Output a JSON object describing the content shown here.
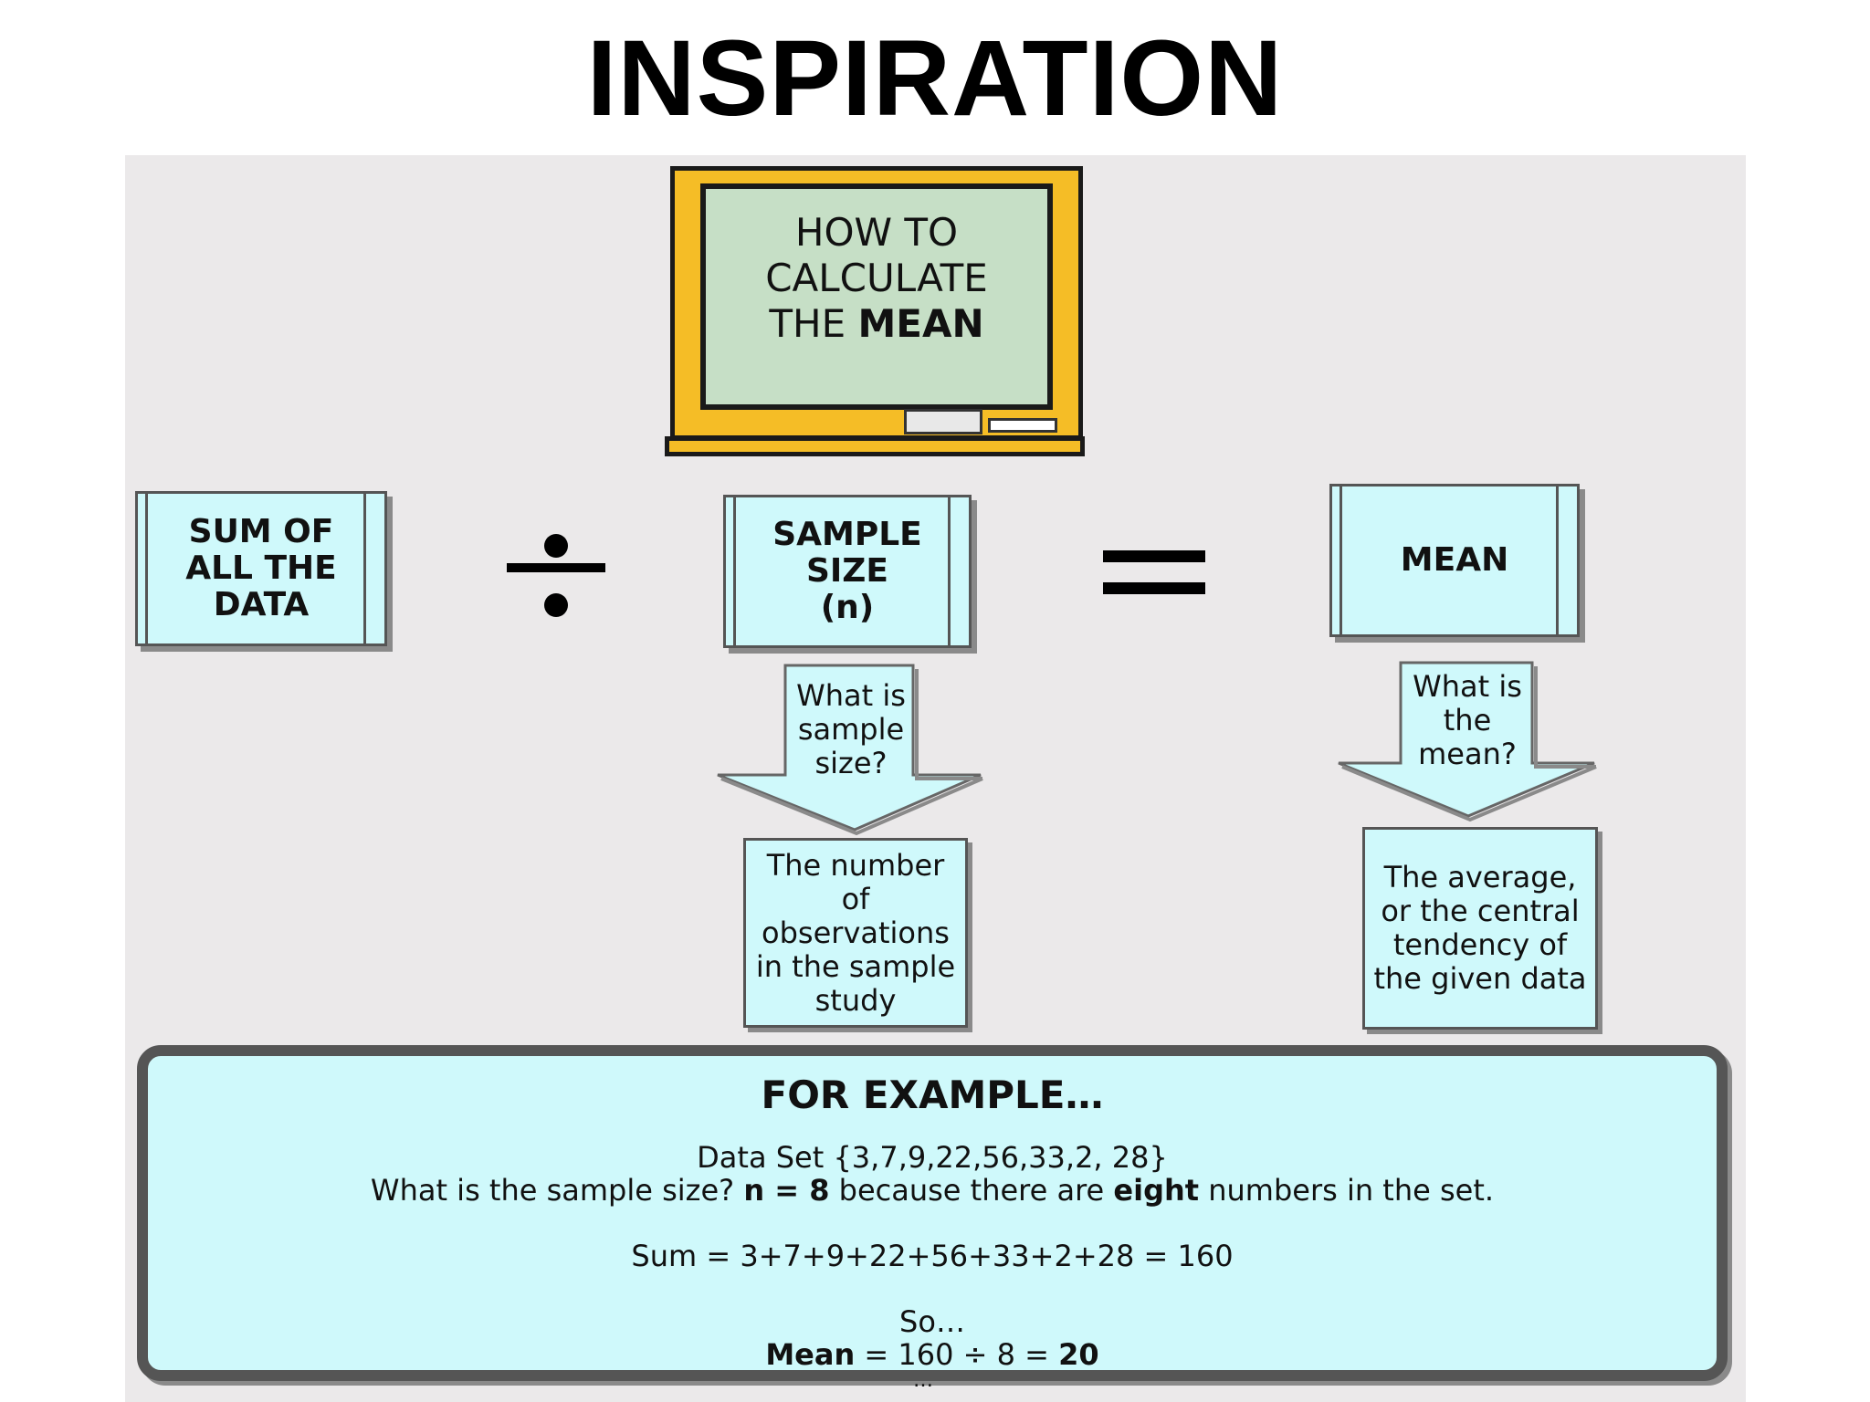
{
  "title": "INSPIRATION",
  "chalkboard": {
    "line1": "HOW TO",
    "line2": "CALCULATE",
    "line3_plain": "THE",
    "line3_bold": "MEAN"
  },
  "formula": {
    "term1": [
      "SUM OF",
      "ALL THE",
      "DATA"
    ],
    "operator_divide": "÷",
    "term2": [
      "SAMPLE",
      "SIZE",
      "(n)"
    ],
    "operator_equals": "=",
    "term3": "MEAN"
  },
  "callouts": {
    "sample_question": [
      "What is",
      "sample",
      "size?"
    ],
    "sample_answer": [
      "The number",
      "of",
      "observations",
      "in the sample",
      "study"
    ],
    "mean_question": [
      "What is",
      "the",
      "mean?"
    ],
    "mean_answer": [
      "The average,",
      "or the central",
      "tendency of",
      "the given data"
    ]
  },
  "example": {
    "heading": "FOR EXAMPLE…",
    "data_set": "Data Set {3,7,9,22,56,33,2, 28}",
    "q_prefix": "What is the sample size?",
    "q_n": "n = 8",
    "q_mid": "because there are",
    "q_eight": "eight",
    "q_suffix": "numbers in the set.",
    "sum_line": "Sum = 3+7+9+22+56+33+2+28 = 160",
    "so": "So…",
    "mean_label": "Mean",
    "mean_expr": "= 160 ÷ 8 =",
    "mean_result": "20",
    "trailing": "…"
  },
  "colors": {
    "box_fill": "#cff9fb",
    "board_frame": "#f5bd26",
    "board_fill": "#c6dfc6",
    "panel_bg": "#ebe9ea"
  }
}
